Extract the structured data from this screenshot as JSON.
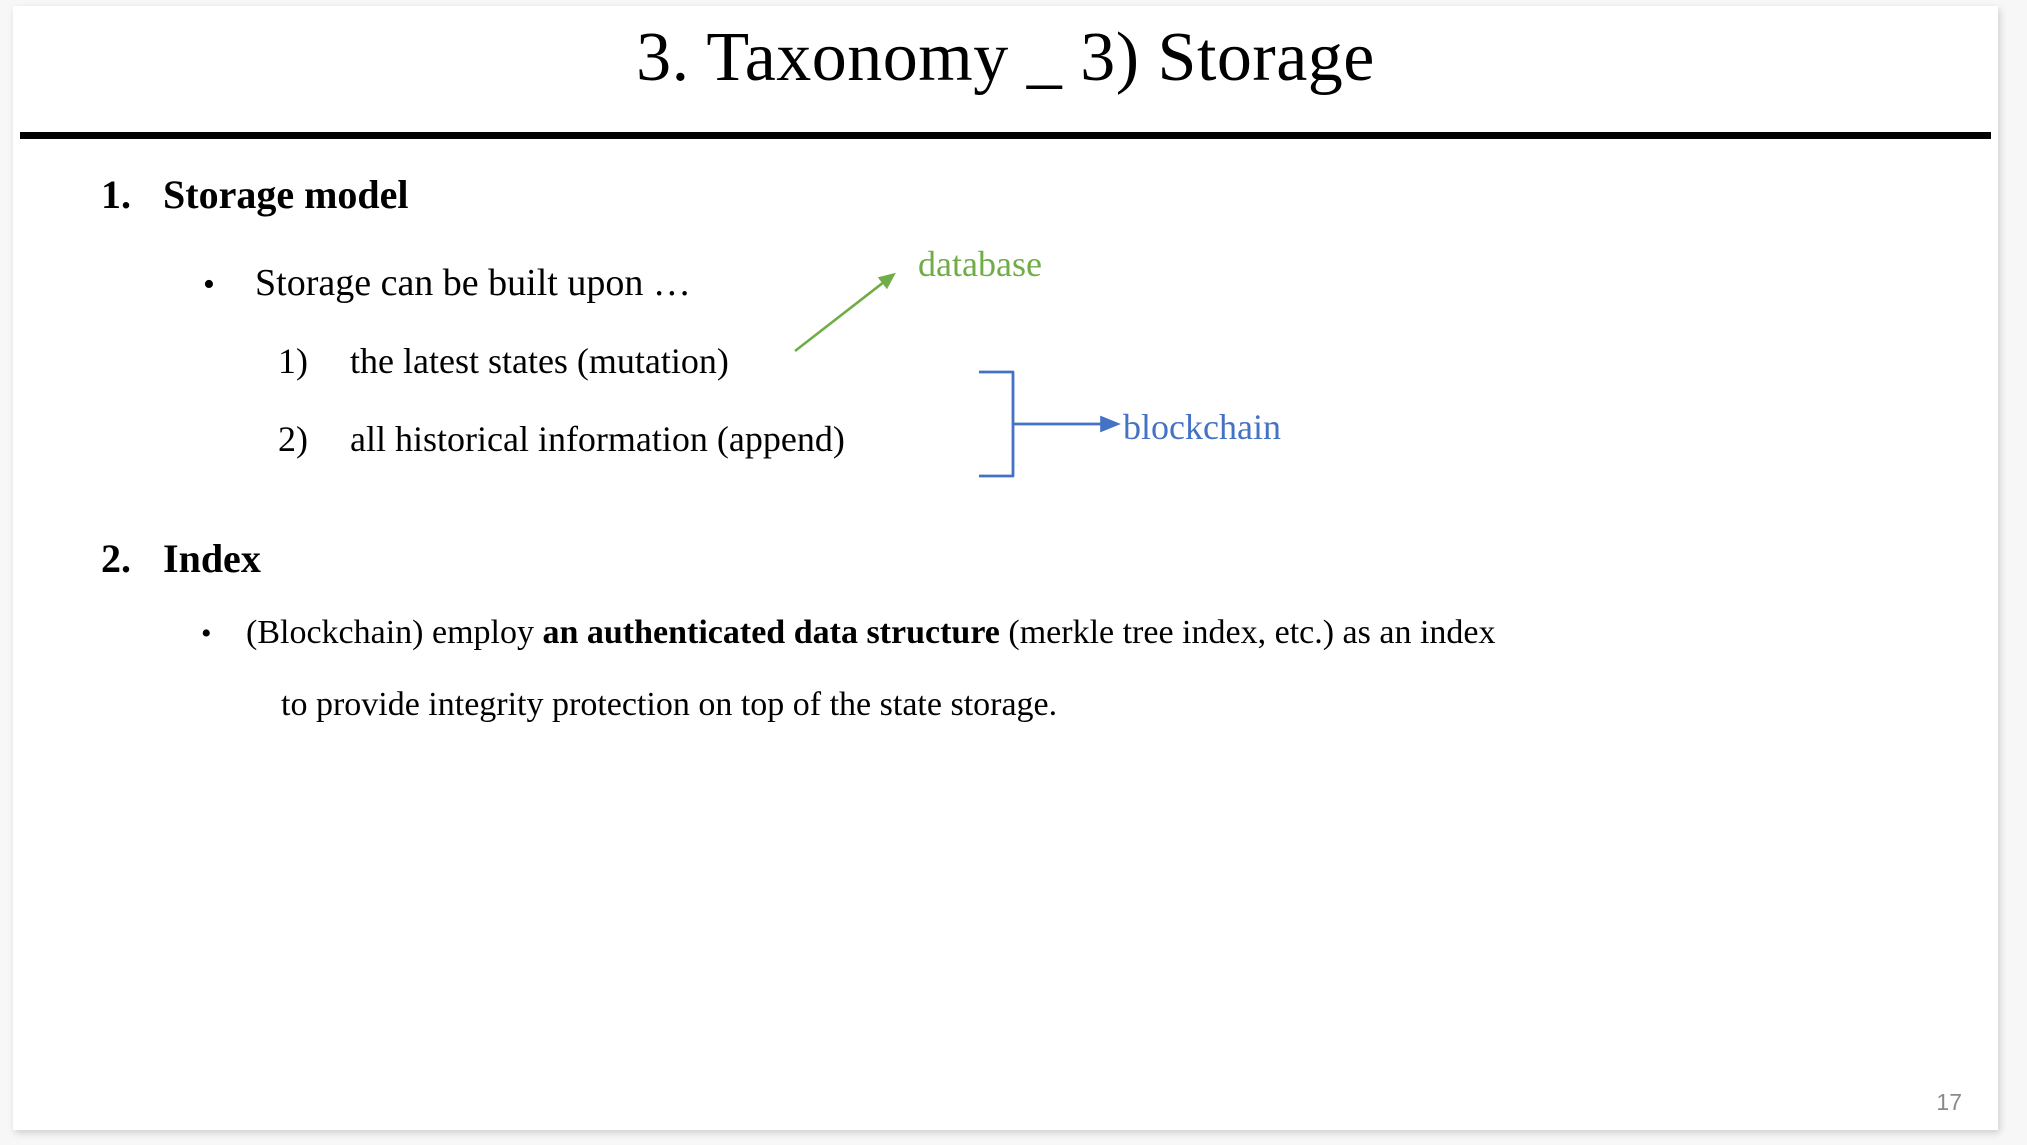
{
  "slide": {
    "title": "3. Taxonomy _ 3) Storage",
    "page_number": "17",
    "background_color": "#ffffff",
    "rule_color": "#000000"
  },
  "sections": [
    {
      "number": "1.",
      "heading": "Storage model",
      "bullet_marker": "•",
      "bullet": "Storage can be built upon …",
      "items": [
        {
          "number": "1)",
          "text": "the latest states (mutation)"
        },
        {
          "number": "2)",
          "text": "all historical information (append)"
        }
      ]
    },
    {
      "number": "2.",
      "heading": "Index",
      "bullet_marker": "•",
      "bullet_parts": {
        "before": "(Blockchain) employ ",
        "bold": "an authenticated data structure",
        "after": " (merkle tree index, etc.) as an index"
      },
      "continuation": "to provide integrity protection on top of the state storage."
    }
  ],
  "annotations": [
    {
      "name": "database",
      "label": "database",
      "color": "#70ad47",
      "shape": "arrow",
      "points_to": "Storage can be built upon …"
    },
    {
      "name": "blockchain",
      "label": "blockchain",
      "color": "#4472c4",
      "shape": "bracket-arrow",
      "groups": [
        "the latest states (mutation)",
        "all historical information (append)"
      ]
    }
  ]
}
